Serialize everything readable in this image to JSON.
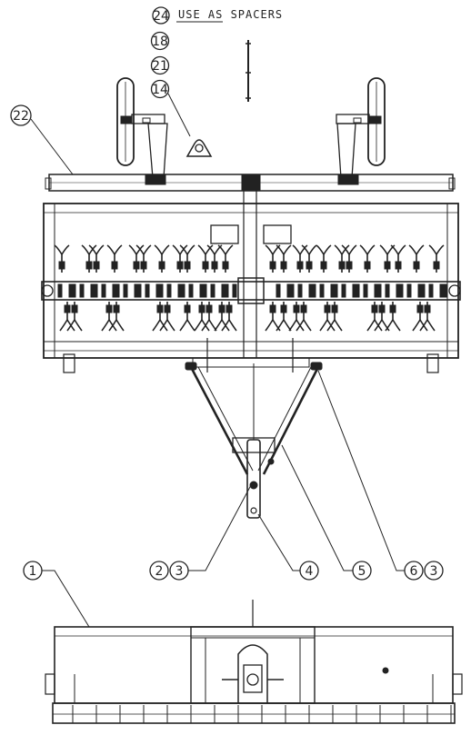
{
  "note": {
    "number": "24",
    "text": "USE AS SPACERS"
  },
  "callouts": [
    {
      "id": "c18",
      "number": "18"
    },
    {
      "id": "c21",
      "number": "21"
    },
    {
      "id": "c14",
      "number": "14"
    },
    {
      "id": "c22",
      "number": "22"
    },
    {
      "id": "c1",
      "number": "1"
    },
    {
      "id": "c2",
      "number": "2"
    },
    {
      "id": "c3a",
      "number": "3"
    },
    {
      "id": "c4",
      "number": "4"
    },
    {
      "id": "c5",
      "number": "5"
    },
    {
      "id": "c6",
      "number": "6"
    },
    {
      "id": "c3b",
      "number": "3"
    }
  ],
  "colors": {
    "ink": "#222222",
    "paper": "#ffffff"
  }
}
